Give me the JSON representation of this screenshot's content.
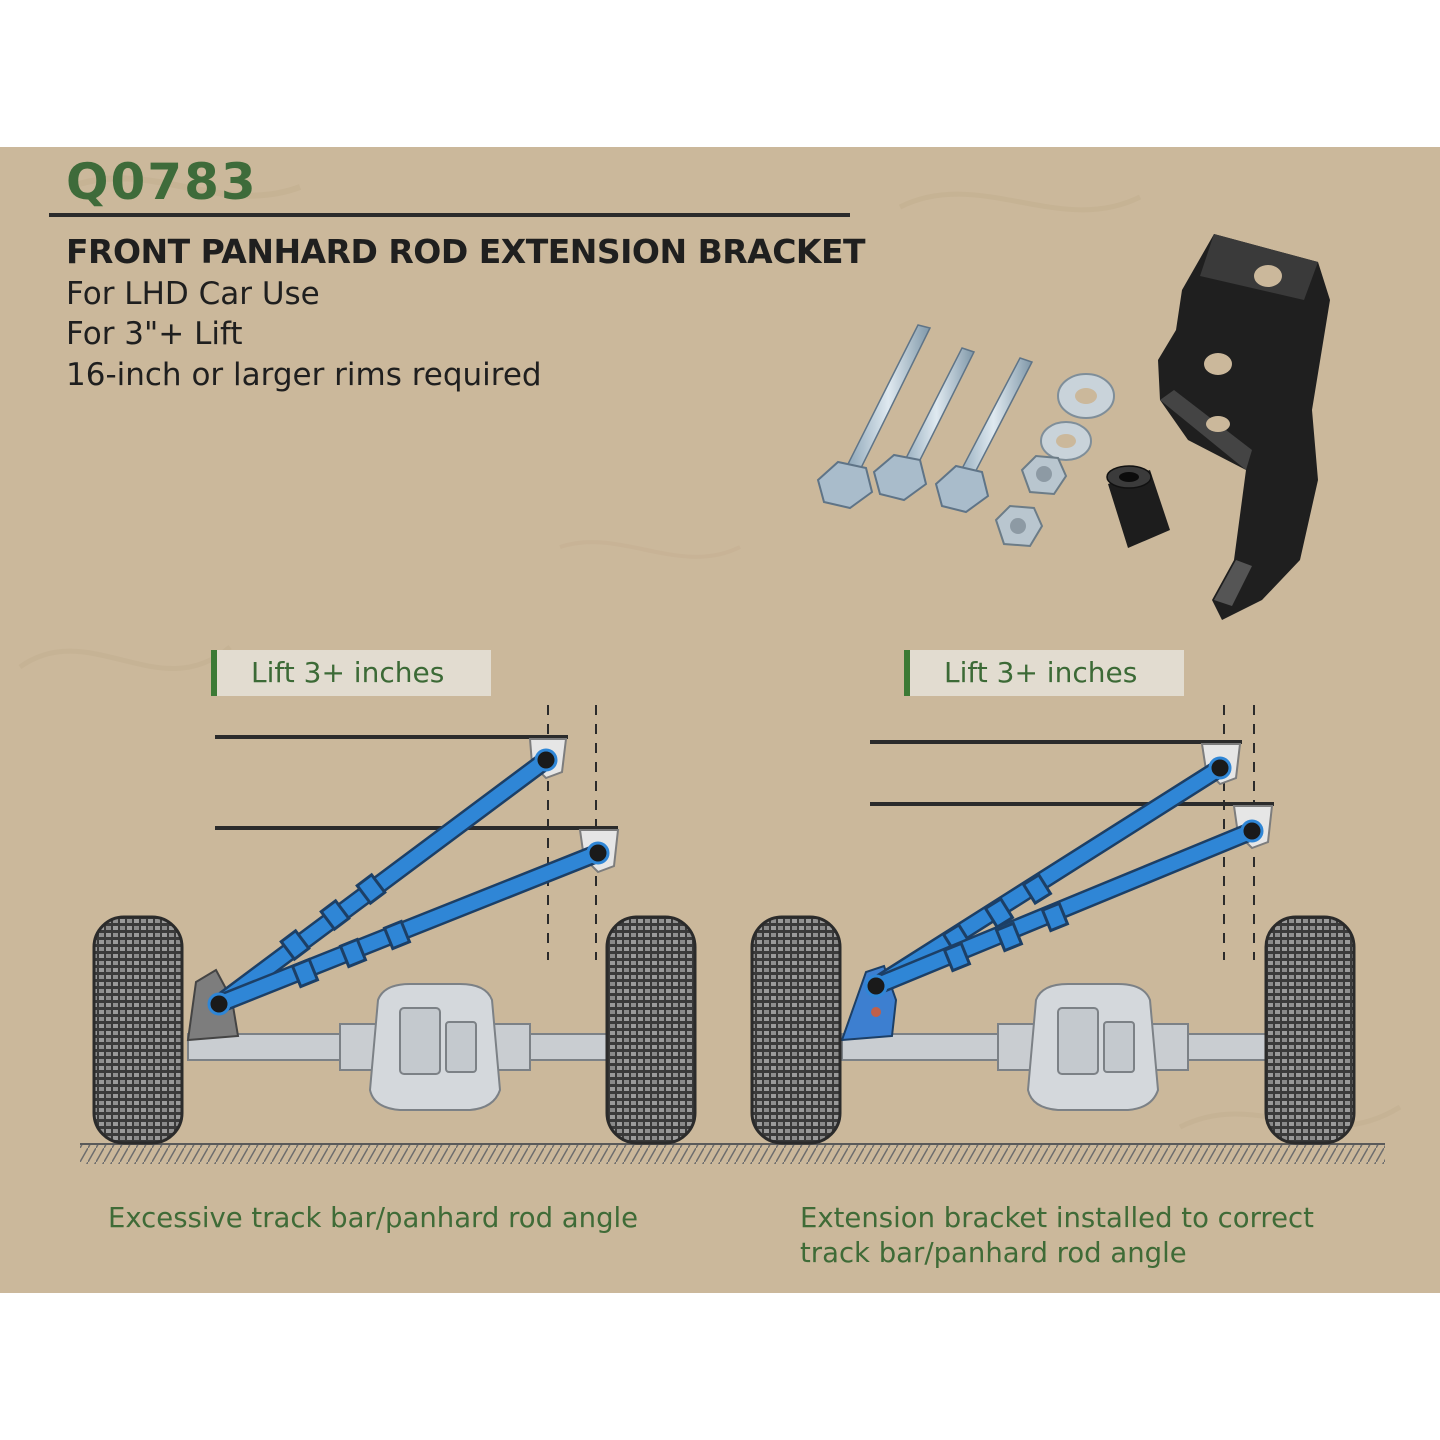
{
  "product": {
    "code": "Q0783",
    "title": "FRONT PANHARD ROD EXTENSION BRACKET",
    "specs": [
      "For LHD Car Use",
      "For 3\"+ Lift",
      "16-inch or larger rims required"
    ]
  },
  "diagrams": {
    "left": {
      "lift_label": "Lift 3+ inches",
      "caption": "Excessive track bar/panhard rod angle"
    },
    "right": {
      "lift_label": "Lift 3+ inches",
      "caption_line1": "Extension bracket installed to correct",
      "caption_line2": "track bar/panhard rod angle"
    }
  },
  "colors": {
    "background": "#cbb89b",
    "code_green": "#3e6b3a",
    "caption_green": "#3f6b37",
    "rod_blue": "#2f86d6",
    "frame_black": "#2b2b2b",
    "axle_grey": "#c9cdd1"
  }
}
